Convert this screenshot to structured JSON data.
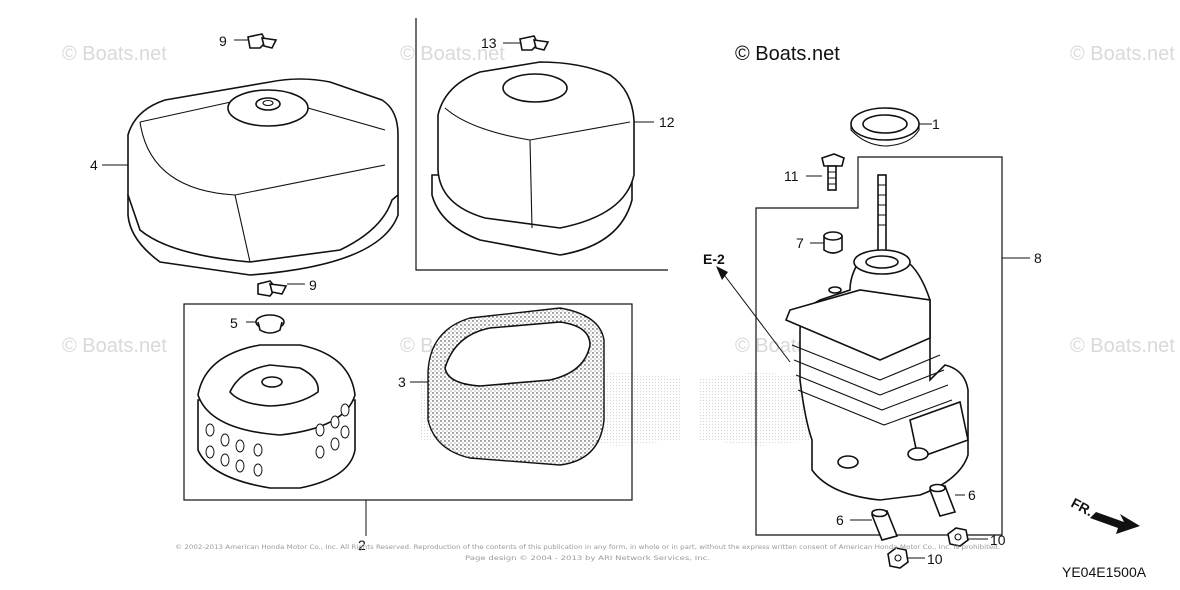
{
  "copyright_notice": "© Boats.net",
  "watermark": "© Boats.net",
  "diagram_code": "YE04E1500A",
  "reference_label": "E-2",
  "direction_label": "FR.",
  "fine_print": {
    "line1": "© 2002-2013 American Honda Motor Co., Inc. All Rights Reserved. Reproduction of the contents of this publication in any form, in whole or in part, without the express written consent of American Honda Motor Co., Inc. is prohibited.",
    "line2": "Page design © 2004 - 2013 by ARI Network Services, Inc."
  },
  "callouts": {
    "c1": "1",
    "c2": "2",
    "c3": "3",
    "c4": "4",
    "c5": "5",
    "c6a": "6",
    "c6b": "6",
    "c7": "7",
    "c8": "8",
    "c9a": "9",
    "c9b": "9",
    "c10a": "10",
    "c10b": "10",
    "c11": "11",
    "c12": "12",
    "c13": "13"
  }
}
